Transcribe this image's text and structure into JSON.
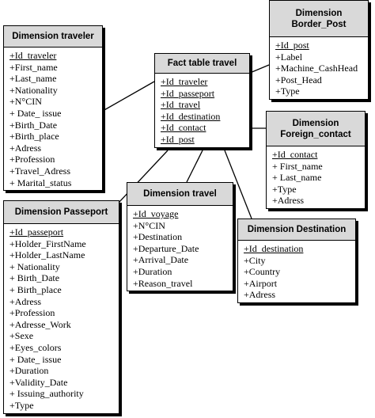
{
  "entities": {
    "traveler": {
      "title": [
        "Dimension traveler"
      ],
      "attributes": [
        "+Id_traveler",
        "+First_name",
        "+Last_name",
        "+Nationality",
        "+N°CIN",
        "+ Date_ issue",
        "+Birth_Date",
        "+Birth_place",
        "+Adress",
        "+Profession",
        "+Travel_Adress",
        "+ Marital_status"
      ],
      "keys": [
        0
      ]
    },
    "passeport": {
      "title": [
        "Dimension Passeport"
      ],
      "attributes": [
        "+Id_passeport",
        "+Holder_FirstName",
        "+Holder_LastName",
        "+ Nationality",
        "+ Birth_Date",
        "+ Birth_place",
        "+Adress",
        "+Profession",
        "+Adresse_Work",
        "+Sexe",
        "+Eyes_colors",
        "+ Date_ issue",
        "+Duration",
        "+Validity_Date",
        "+ Issuing_authority",
        "+Type"
      ],
      "keys": [
        0
      ]
    },
    "fact": {
      "title": [
        "Fact table travel"
      ],
      "attributes": [
        "+Id_traveler",
        "+Id_passeport",
        "+Id_travel",
        "+Id_destination",
        "+Id_contact",
        "+Id_post"
      ],
      "keys": [
        0,
        1,
        2,
        3,
        4,
        5
      ]
    },
    "border": {
      "title": [
        "Dimension",
        "Border_Post"
      ],
      "attributes": [
        "+Id_post",
        "+Label",
        "+Machine_CashHead",
        "+Post_Head",
        "+Type"
      ],
      "keys": [
        0
      ]
    },
    "contact": {
      "title": [
        "Dimension",
        "Foreign_contact"
      ],
      "attributes": [
        "+Id_contact",
        "+ First_name",
        "+ Last_name",
        "+Type",
        "+Adress"
      ],
      "keys": [
        0
      ]
    },
    "travel": {
      "title": [
        "Dimension travel"
      ],
      "attributes": [
        "+Id_voyage",
        "+N°CIN",
        "+Destination",
        "+Departure_Date",
        "+Arrival_Date",
        "+Duration",
        "+Reason_travel"
      ],
      "keys": [
        0
      ]
    },
    "destination": {
      "title": [
        "Dimension Destination"
      ],
      "attributes": [
        "+Id_destination",
        "+City",
        "+Country",
        "+Airport",
        "+Adress"
      ],
      "keys": [
        0
      ]
    }
  },
  "relationships": [
    [
      "fact",
      "traveler"
    ],
    [
      "fact",
      "passeport"
    ],
    [
      "fact",
      "travel"
    ],
    [
      "fact",
      "destination"
    ],
    [
      "fact",
      "contact"
    ],
    [
      "fact",
      "border"
    ]
  ]
}
